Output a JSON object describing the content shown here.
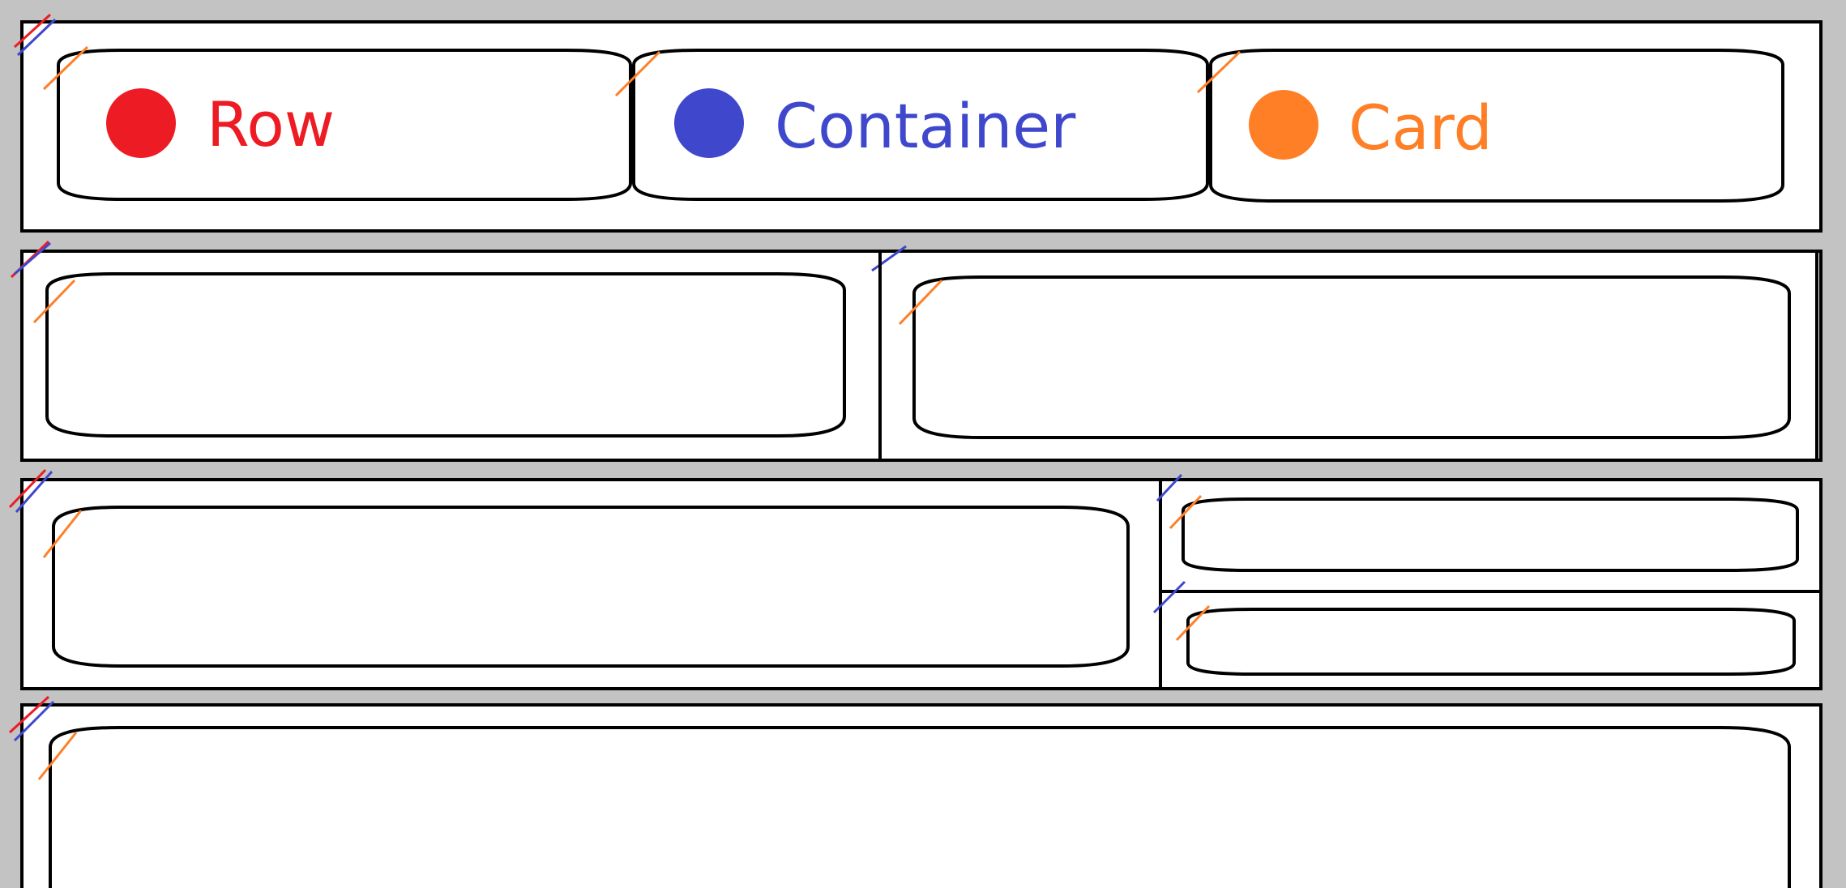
{
  "colors": {
    "background": "#c3c3c3",
    "row": "#ed1c24",
    "container": "#3f48cc",
    "card": "#ff7f27",
    "outline": "#000000",
    "fill": "#ffffff"
  },
  "legend": {
    "row": {
      "label": "Row",
      "color": "#ed1c24"
    },
    "container": {
      "label": "Container",
      "color": "#3f48cc"
    },
    "card": {
      "label": "Card",
      "color": "#ff7f27"
    }
  }
}
